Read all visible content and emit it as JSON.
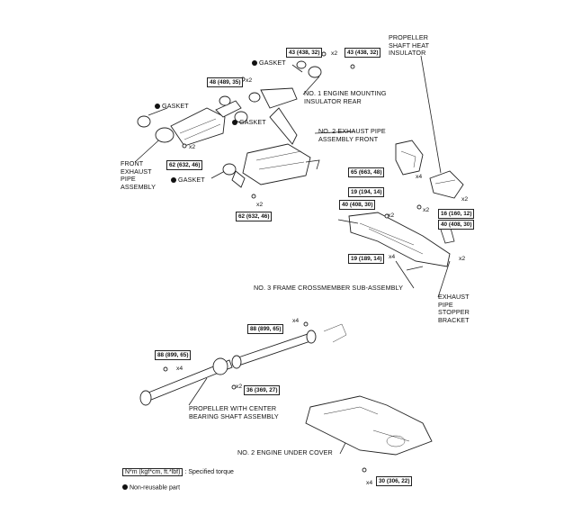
{
  "labels": {
    "propeller_heat_insulator": "PROPELLER\nSHAFT HEAT\nINSULATOR",
    "gasket_top": "GASKET",
    "gasket_left": "GASKET",
    "gasket_mid": "GASKET",
    "gasket_lower": "GASKET",
    "engine_mounting_insulator": "NO. 1 ENGINE MOUNTING\nINSULATOR REAR",
    "exhaust_pipe_front": "NO. 2 EXHAUST PIPE\nASSEMBLY FRONT",
    "front_exhaust_pipe": "FRONT\nEXHAUST\nPIPE\nASSEMBLY",
    "frame_crossmember": "NO. 3 FRAME CROSSMEMBER SUB-ASSEMBLY",
    "exhaust_pipe_stopper": "EXHAUST\nPIPE\nSTOPPER\nBRACKET",
    "propeller_center_bearing": "PROPELLER WITH CENTER\nBEARING SHAFT ASSEMBLY",
    "engine_under_cover": "NO. 2 ENGINE UNDER COVER"
  },
  "torques": {
    "t43a": "43 (438, 32)",
    "t43b": "43 (438, 32)",
    "t48": "48 (489, 35)",
    "t62a": "62 (632, 46)",
    "t62b": "62 (632, 46)",
    "t65": "65 (663, 48)",
    "t19a": "19 (194, 14)",
    "t40a": "40 (408, 30)",
    "t16": "16 (160, 12)",
    "t40b": "40 (408, 30)",
    "t19b": "19 (189, 14)",
    "t88a": "88 (899, 65)",
    "t88b": "88 (899, 65)",
    "t36": "36 (369, 27)",
    "t30": "30 (306, 22)"
  },
  "quantities": {
    "q1": "x2",
    "q2": "x2",
    "q3": "x2",
    "q4": "x4",
    "q5": "x2",
    "q6": "x2",
    "q7": "x2",
    "q8": "x4",
    "q9": "x4",
    "q10": "x4",
    "q11": "x2",
    "q12": "x4"
  },
  "legend": {
    "torque_unit": "N*m (kgf*cm, ft.*lbf)",
    "torque_text": ": Specified torque",
    "nonreusable": "Non-reusable part"
  }
}
